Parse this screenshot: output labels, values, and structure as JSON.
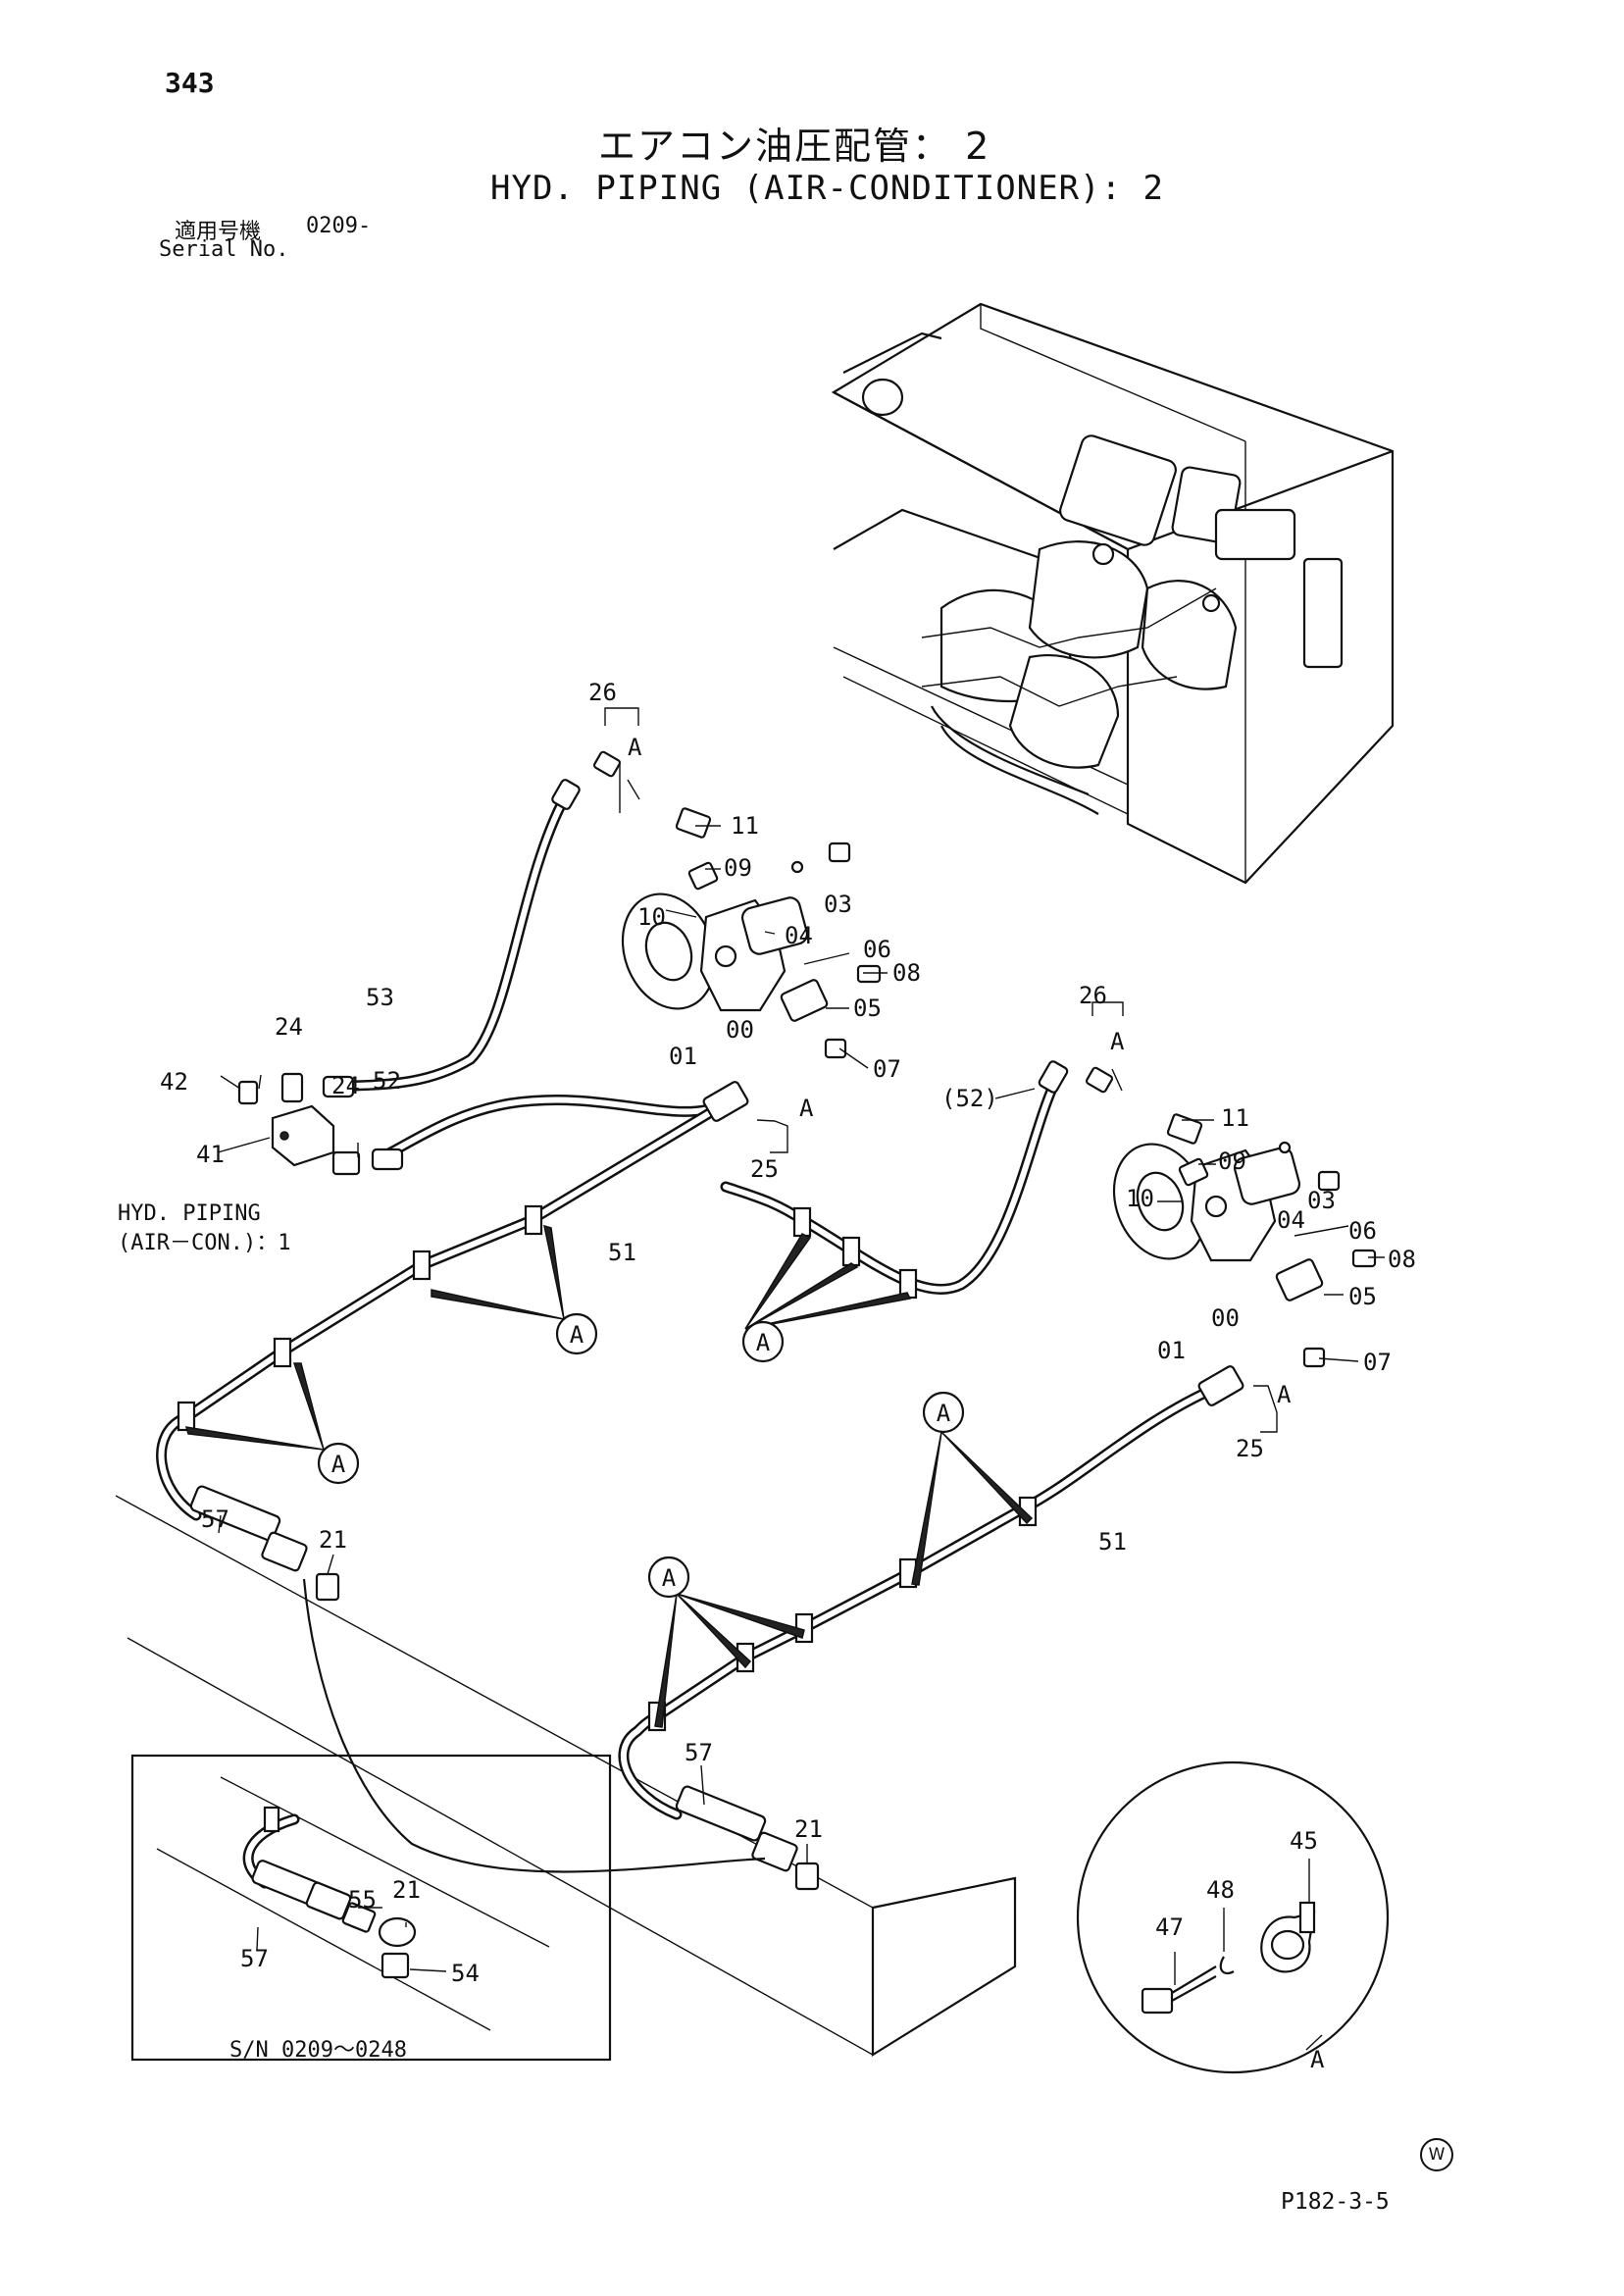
{
  "page_number": "343",
  "title_jp": "エアコン油圧配管： 2",
  "title_en": "HYD. PIPING (AIR-CONDITIONER): 2",
  "serial": {
    "label_jp": "適用号機",
    "value": "0209-",
    "label_en": "Serial No."
  },
  "ref_note": {
    "line1": "HYD. PIPING",
    "line2": "(AIR－CON.)：1"
  },
  "inset_caption": "S/N 0209～0248",
  "figure_code": "P182-3-5",
  "w_mark": "W",
  "callouts": [
    {
      "id": "c26a",
      "text": "26"
    },
    {
      "id": "cAa",
      "text": "A"
    },
    {
      "id": "c11a",
      "text": "11"
    },
    {
      "id": "c09a",
      "text": "09"
    },
    {
      "id": "c03a",
      "text": "03"
    },
    {
      "id": "c10a",
      "text": "10"
    },
    {
      "id": "c04a",
      "text": "04"
    },
    {
      "id": "c06a",
      "text": "06"
    },
    {
      "id": "c08a",
      "text": "08"
    },
    {
      "id": "c05a",
      "text": "05"
    },
    {
      "id": "c00a",
      "text": "00"
    },
    {
      "id": "c01a",
      "text": "01"
    },
    {
      "id": "c07a",
      "text": "07"
    },
    {
      "id": "c53",
      "text": "53"
    },
    {
      "id": "c24a",
      "text": "24"
    },
    {
      "id": "c42",
      "text": "42"
    },
    {
      "id": "c41",
      "text": "41"
    },
    {
      "id": "c24b",
      "text": "24"
    },
    {
      "id": "c52",
      "text": "52"
    },
    {
      "id": "cAb",
      "text": "A"
    },
    {
      "id": "c25a",
      "text": "25"
    },
    {
      "id": "c51a",
      "text": "51"
    },
    {
      "id": "c52p",
      "text": "(52)"
    },
    {
      "id": "c26b",
      "text": "26"
    },
    {
      "id": "cAc",
      "text": "A"
    },
    {
      "id": "c11b",
      "text": "11"
    },
    {
      "id": "c09b",
      "text": "09"
    },
    {
      "id": "c03b",
      "text": "03"
    },
    {
      "id": "c10b",
      "text": "10"
    },
    {
      "id": "c04b",
      "text": "04"
    },
    {
      "id": "c06b",
      "text": "06"
    },
    {
      "id": "c08b",
      "text": "08"
    },
    {
      "id": "c05b",
      "text": "05"
    },
    {
      "id": "c00b",
      "text": "00"
    },
    {
      "id": "c01b",
      "text": "01"
    },
    {
      "id": "c07b",
      "text": "07"
    },
    {
      "id": "cAd",
      "text": "A"
    },
    {
      "id": "c25b",
      "text": "25"
    },
    {
      "id": "c51b",
      "text": "51"
    },
    {
      "id": "c57a",
      "text": "57"
    },
    {
      "id": "c21a",
      "text": "21"
    },
    {
      "id": "c57b",
      "text": "57"
    },
    {
      "id": "c21b",
      "text": "21"
    },
    {
      "id": "c55",
      "text": "55"
    },
    {
      "id": "c21c",
      "text": "21"
    },
    {
      "id": "c57c",
      "text": "57"
    },
    {
      "id": "c54",
      "text": "54"
    },
    {
      "id": "c45",
      "text": "45"
    },
    {
      "id": "c48",
      "text": "48"
    },
    {
      "id": "c47",
      "text": "47"
    },
    {
      "id": "cAe",
      "text": "A"
    }
  ],
  "clamp_marks": [
    {
      "id": "m1",
      "text": "A"
    },
    {
      "id": "m2",
      "text": "A"
    },
    {
      "id": "m3",
      "text": "A"
    },
    {
      "id": "m4",
      "text": "A"
    },
    {
      "id": "m5",
      "text": "A"
    }
  ]
}
